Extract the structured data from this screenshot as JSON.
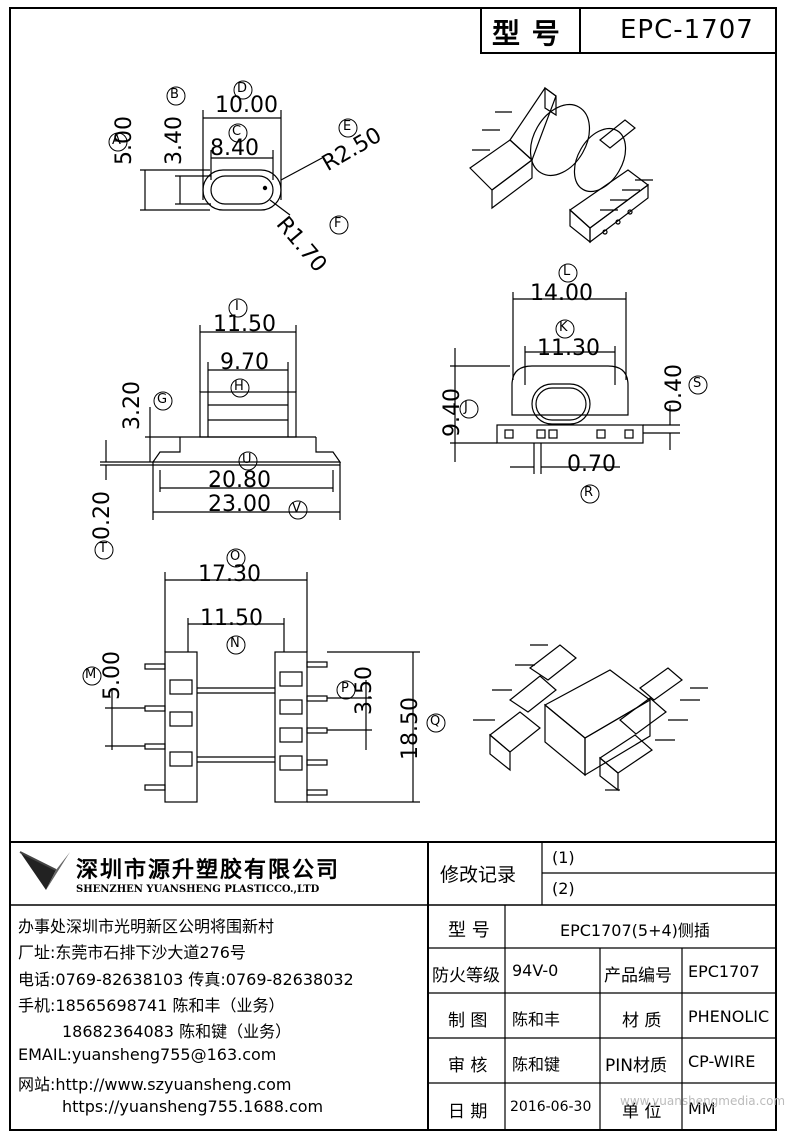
{
  "title_block": {
    "model_label": "型 号",
    "model_value": "EPC-1707"
  },
  "dimensions": {
    "top_view": {
      "a_val": "5.00",
      "b_val": "3.40",
      "c_val": "8.40",
      "d_val": "10.00",
      "e_val": "R2.50",
      "f_val": "R1.70"
    },
    "front_view": {
      "i_val": "11.50",
      "h_val": "9.70",
      "g_val": "3.20",
      "u_val": "20.80",
      "v_val": "23.00",
      "t_val": "0.20"
    },
    "side_view": {
      "l_val": "14.00",
      "k_val": "11.30",
      "j_val": "9.40",
      "s_val": "0.40",
      "r_val": "0.70"
    },
    "bottom_view": {
      "o_val": "17.30",
      "n_val": "11.50",
      "m_val": "5.00",
      "p_val": "3.50",
      "q_val": "18.50"
    },
    "markers": [
      "A",
      "B",
      "C",
      "D",
      "E",
      "F",
      "G",
      "H",
      "I",
      "J",
      "K",
      "L",
      "M",
      "N",
      "O",
      "P",
      "Q",
      "R",
      "S",
      "T",
      "U",
      "V"
    ]
  },
  "company": {
    "name_cn": "深圳市源升塑胶有限公司",
    "name_en": "SHENZHEN YUANSHENG PLASTICCO.,LTD",
    "office": "办事处深圳市光明新区公明将围新村",
    "factory": "厂址:东莞市石排下沙大道276号",
    "phone": "电话:0769-82638103 传真:0769-82638032",
    "mobile1": "手机:18565698741 陈和丰（业务）",
    "mobile2": "18682364083 陈和键（业务）",
    "email": "EMAIL:yuansheng755@163.com",
    "web1": "网站:http://www.szyuansheng.com",
    "web2": "https://yuansheng755.1688.com"
  },
  "revision": {
    "label": "修改记录",
    "r1": "(1)",
    "r2": "(2)"
  },
  "specs": {
    "model_label": "型  号",
    "model_value": "EPC1707(5+4)侧插",
    "fire_label": "防火等级",
    "fire_value": "94V-0",
    "pn_label": "产品编号",
    "pn_value": "EPC1707",
    "draw_label": "制  图",
    "draw_value": "陈和丰",
    "mat_label": "材  质",
    "mat_value": "PHENOLIC",
    "check_label": "审  核",
    "check_value": "陈和键",
    "pin_label": "PIN材质",
    "pin_value": "CP-WIRE",
    "date_label": "日  期",
    "date_value": "2016-06-30",
    "unit_label": "单  位",
    "unit_value": "MM"
  },
  "watermark": "www.yuanshengmedia.com"
}
